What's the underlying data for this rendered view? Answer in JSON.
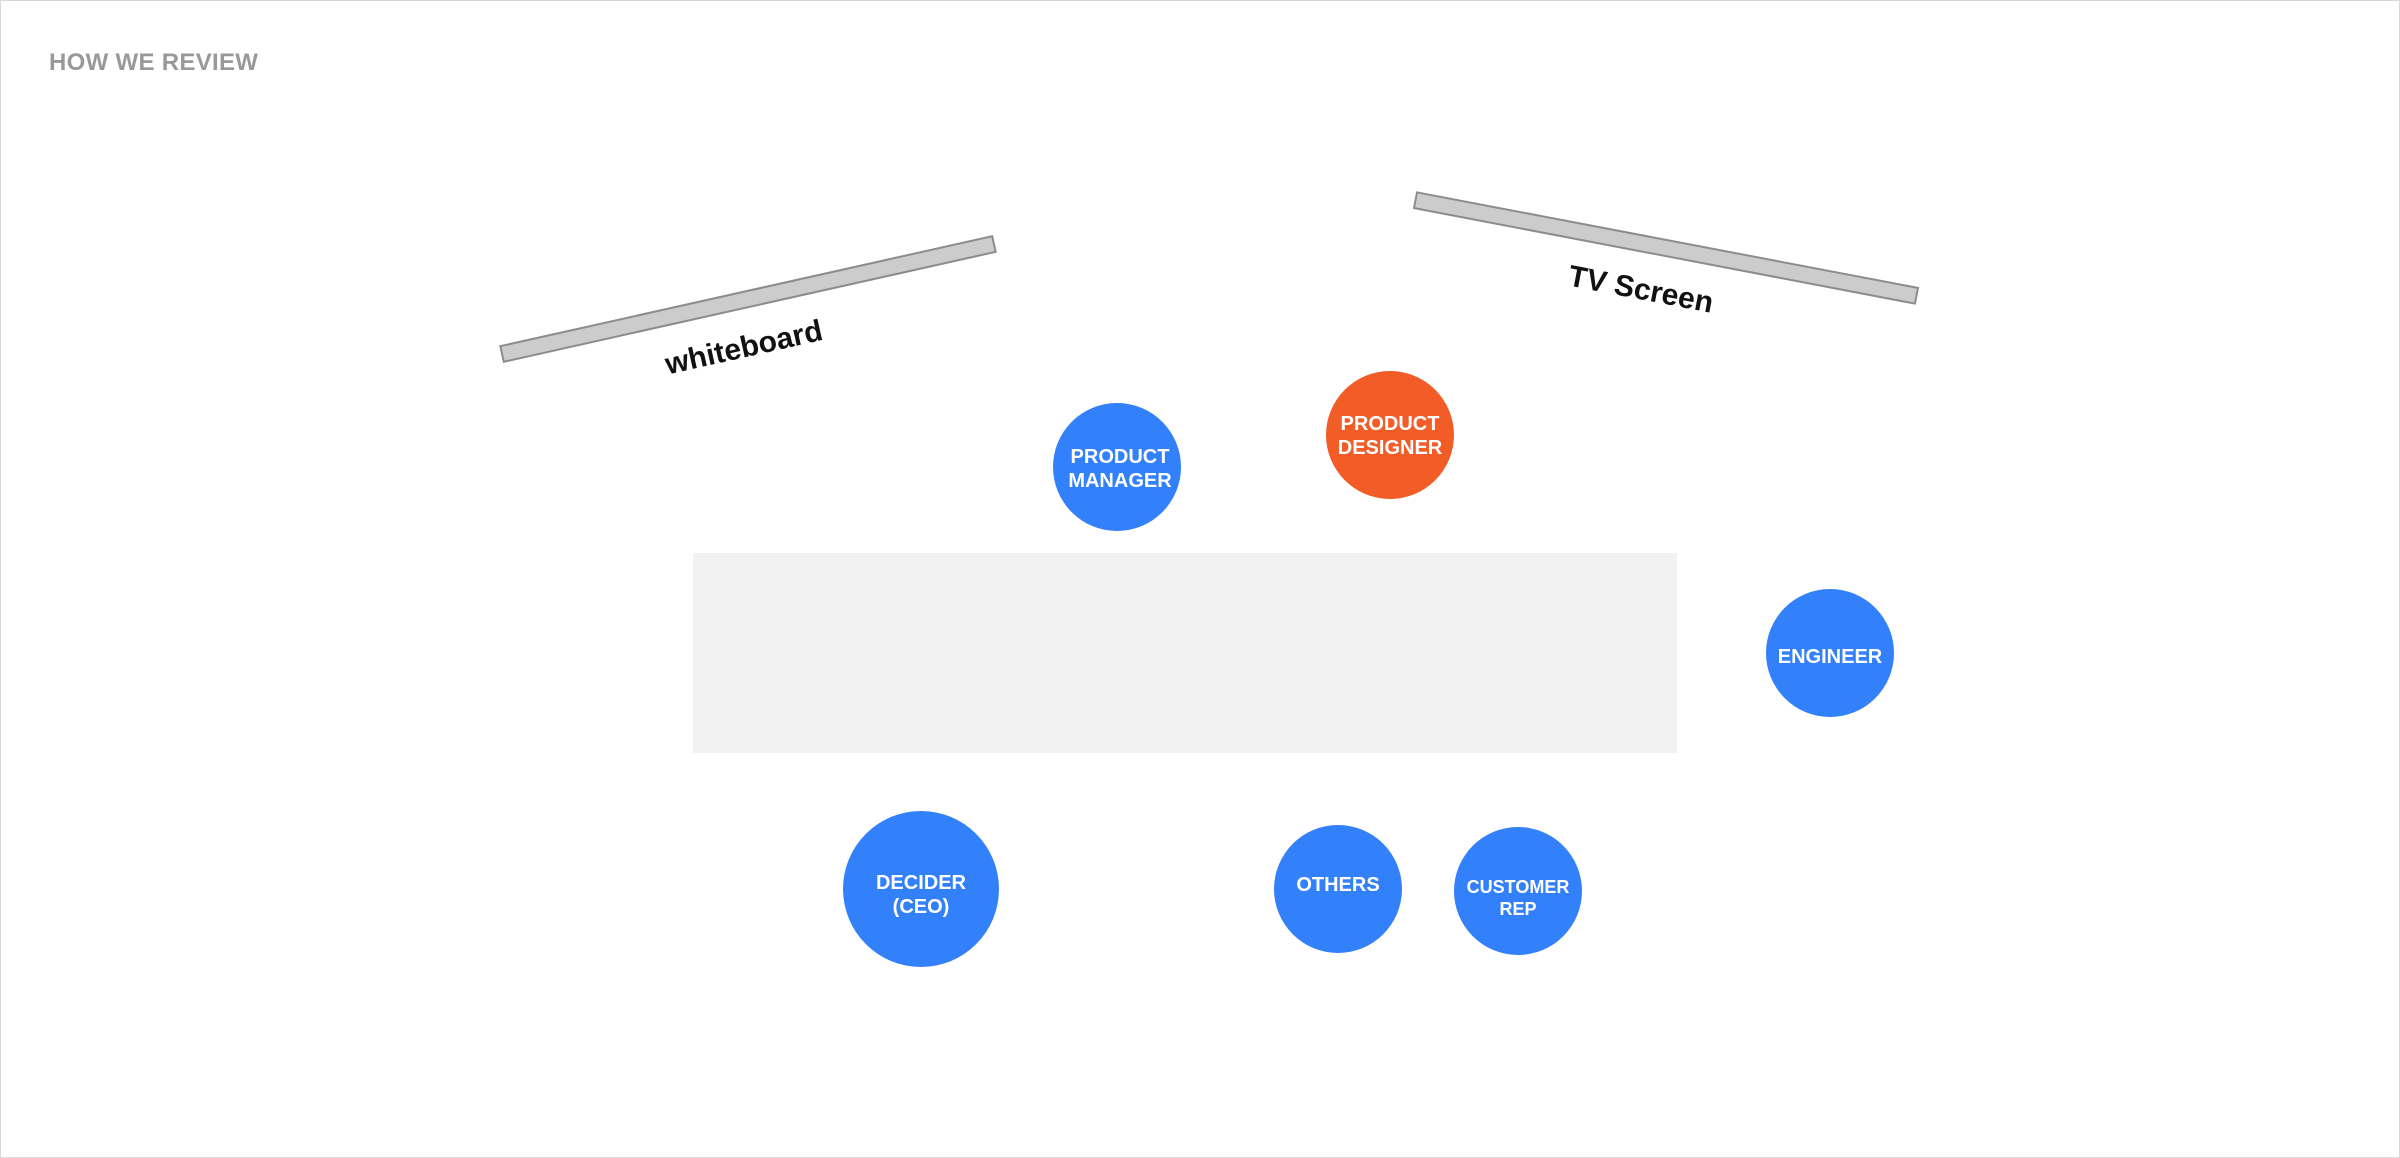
{
  "page": {
    "title": "HOW WE REVIEW"
  },
  "colors": {
    "participant": "#3381fa",
    "highlight": "#f25c27",
    "table": "#f2f2f2",
    "board_fill": "#cccccc",
    "board_stroke": "#8c8c8c",
    "title": "#999999"
  },
  "room": {
    "whiteboard_label": "whiteboard",
    "tv_label": "TV Screen"
  },
  "participants": {
    "product_manager": [
      "PRODUCT",
      "MANAGER"
    ],
    "product_designer": [
      "PRODUCT",
      "DESIGNER"
    ],
    "engineer": [
      "ENGINEER"
    ],
    "decider": [
      "DECIDER",
      "(CEO)"
    ],
    "others": [
      "OTHERS"
    ],
    "customer_rep": [
      "CUSTOMER",
      "REP"
    ]
  }
}
